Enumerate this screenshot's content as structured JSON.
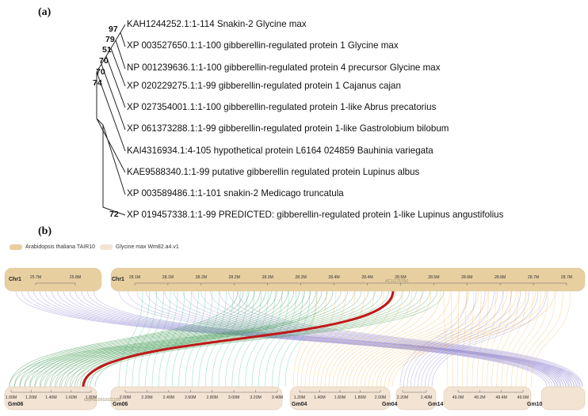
{
  "panels": {
    "a": "(a)",
    "b": "(b)"
  },
  "tree": {
    "leaves": [
      "KAH1244252.1:1-114 Snakin-2 Glycine max",
      "XP 003527650.1:1-100 gibberellin-regulated protein 1 Glycine max",
      "NP 001239636.1:1-100 gibberellin-regulated protein 4 precursor Glycine max",
      "XP 020229275.1:1-99 gibberellin-regulated protein 1 Cajanus cajan",
      "XP 027354001.1:1-100 gibberellin-regulated protein 1-like Abrus precatorius",
      "XP 061373288.1:1-99 gibberellin-regulated protein 1-like Gastrolobium bilobum",
      "KAI4316934.1:4-105 hypothetical protein L6164 024859 Bauhinia variegata",
      "KAE9588340.1:1-99 putative gibberellin regulated protein Lupinus albus",
      "XP 003589486.1:1-101 snakin-2 Medicago truncatula",
      "XP 019457338.1:1-99 PREDICTED: gibberellin-regulated protein 1-like Lupinus angustifolius"
    ],
    "bootstrap": [
      "97",
      "79",
      "51",
      "70",
      "70",
      "74",
      "72"
    ]
  },
  "legend": {
    "items": [
      {
        "label": "Arabidopsis thaliana TAIR10",
        "color": "#e8cfa0"
      },
      {
        "label": "Glycine max Wm82.a4.v1",
        "color": "#f3e3d3"
      }
    ]
  },
  "synteny": {
    "top_chromosomes": [
      {
        "name": "Chr1",
        "ticks": [
          "25.7M",
          "25.8M"
        ]
      },
      {
        "name": "Chr1",
        "ticks": [
          "28.1M",
          "28.1M",
          "28.2M",
          "28.2M",
          "28.3M",
          "28.3M",
          "28.4M",
          "28.4M",
          "28.5M",
          "28.5M",
          "28.6M",
          "28.6M",
          "28.7M",
          "28.7M"
        ]
      }
    ],
    "bottom_chromosomes": [
      {
        "name": "Gm06",
        "ticks": [
          "1.00M",
          "1.20M",
          "1.40M",
          "1.60M",
          "1.80M"
        ]
      },
      {
        "name": "Gm06",
        "ticks": [
          "2.00M",
          "2.20M",
          "2.40M",
          "2.60M",
          "2.80M",
          "3.00M",
          "3.20M",
          "3.40M"
        ]
      },
      {
        "name": "Gm04",
        "ticks": [
          "1.20M",
          "1.40M",
          "1.60M",
          "1.80M",
          "2.00M"
        ]
      },
      {
        "name": "Gm04",
        "ticks": [
          "2.20M",
          "2.40M"
        ]
      },
      {
        "name": "Gm14",
        "ticks": [
          "49.0M",
          "49.2M",
          "49.4M",
          "49.6M"
        ]
      },
      {
        "name": "Gm10",
        "ticks": []
      }
    ],
    "highlight": {
      "top_gene": "AT1G75750",
      "bottom_gene": "Glyma.06G021100"
    },
    "colors": {
      "highlight": "#c01818",
      "purple": "#8a7fd0",
      "teal": "#3cc2a4",
      "orange": "#f2b24a",
      "green": "#2f8f3f",
      "chrom_top": "#e8cfa0",
      "chrom_bottom": "#f3e3d3"
    }
  }
}
